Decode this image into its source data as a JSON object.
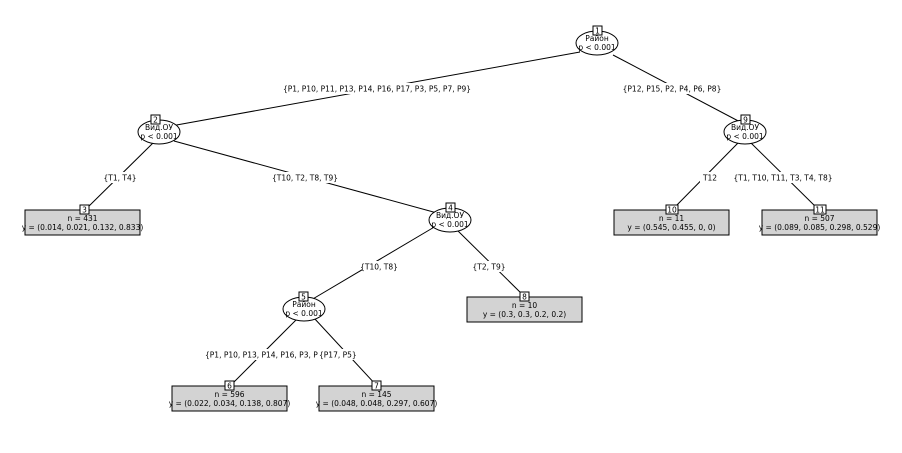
{
  "colors": {
    "background": "#ffffff",
    "leaf_fill": "#d3d3d3",
    "stroke": "#000000"
  },
  "edges": [
    {
      "label": "{P1, P10, P11, P13, P14, P16, P17, P3, P5, P7, P9}"
    },
    {
      "label": "{P12, P15, P2, P4, P6, P8}"
    },
    {
      "label": "{T1, T4}"
    },
    {
      "label": "{T10, T2, T8, T9}"
    },
    {
      "label": "{T10, T8}"
    },
    {
      "label": "{T2, T9}"
    },
    {
      "label": "{P1, P10, P13, P14, P16, P3, P7, P9}"
    },
    {
      "label": "{P17, P5}"
    },
    {
      "label": "T12"
    },
    {
      "label": "{T1, T10, T11, T3, T4, T8}"
    }
  ],
  "nodes": [
    {
      "id": "1",
      "var": "Район",
      "p": "p < 0.001"
    },
    {
      "id": "2",
      "var": "Вид.ОУ",
      "p": "p < 0.001"
    },
    {
      "id": "4",
      "var": "Вид.ОУ",
      "p": "p < 0.001"
    },
    {
      "id": "5",
      "var": "Район",
      "p": "p < 0.001"
    },
    {
      "id": "9",
      "var": "Вид.ОУ",
      "p": "p < 0.001"
    }
  ],
  "leaves": [
    {
      "id": "3",
      "n": "n = 431",
      "y": "y = (0.014, 0.021, 0.132, 0.833)"
    },
    {
      "id": "6",
      "n": "n = 596",
      "y": "y = (0.022, 0.034, 0.138, 0.807)"
    },
    {
      "id": "7",
      "n": "n = 145",
      "y": "y = (0.048, 0.048, 0.297, 0.607)"
    },
    {
      "id": "8",
      "n": "n = 10",
      "y": "y = (0.3, 0.3, 0.2, 0.2)"
    },
    {
      "id": "10",
      "n": "n = 11",
      "y": "y = (0.545, 0.455, 0, 0)"
    },
    {
      "id": "11",
      "n": "n = 507",
      "y": "y = (0.089, 0.085, 0.298, 0.529)"
    }
  ]
}
